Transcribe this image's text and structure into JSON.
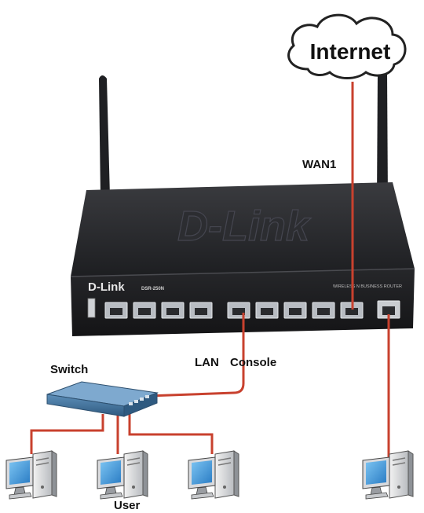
{
  "labels": {
    "internet": "Internet",
    "wan": "WAN1",
    "lan": "LAN",
    "console": "Console",
    "switch": "Switch",
    "user": "User"
  },
  "device": {
    "brand_logo": "D-Link",
    "model": "DSR-250N",
    "tagline": "WIRELESS N BUSINESS ROUTER",
    "embossed_logo": "D-Link"
  },
  "colors": {
    "cable": "#c8412e",
    "router_body": "#2a2b2e",
    "switch_body": "#3f6f97",
    "monitor_screen": "#4fa3e0"
  },
  "icons": {
    "cloud": "cloud-icon",
    "pc": "desktop-computer-icon",
    "switch": "network-switch-icon",
    "router": "router-icon"
  }
}
